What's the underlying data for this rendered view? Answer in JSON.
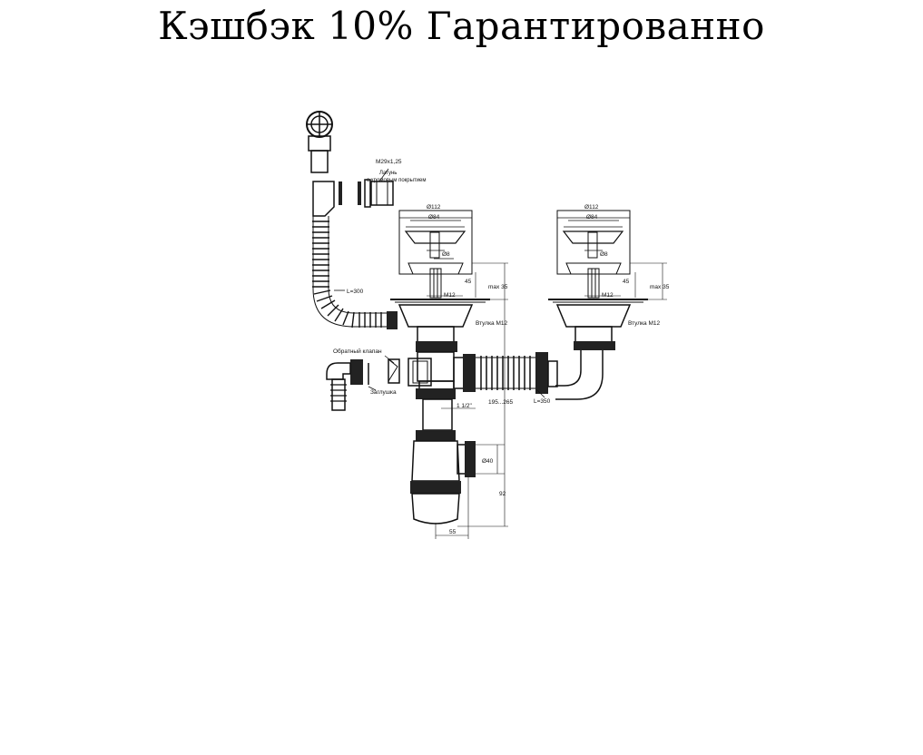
{
  "banner": {
    "title": "Кэшбэк 10% Гарантированно"
  },
  "diagram": {
    "labels": {
      "thread": "M29x1,25",
      "material_1": "Латунь",
      "material_2": "с хромовым покрытием",
      "hose_left": "L=300",
      "d112": "Ø112",
      "d84": "Ø84",
      "d8": "Ø8",
      "d45": "45",
      "m12": "M12",
      "max35": "max 35",
      "sleeve": "Втулка M12",
      "check_valve": "Обратный клапан",
      "plug": "Заглушка",
      "thread_inch": "1 1/2\"",
      "range": "195...265",
      "hose_right": "L=350",
      "d40": "Ø40",
      "h92": "92",
      "w55": "55"
    }
  }
}
